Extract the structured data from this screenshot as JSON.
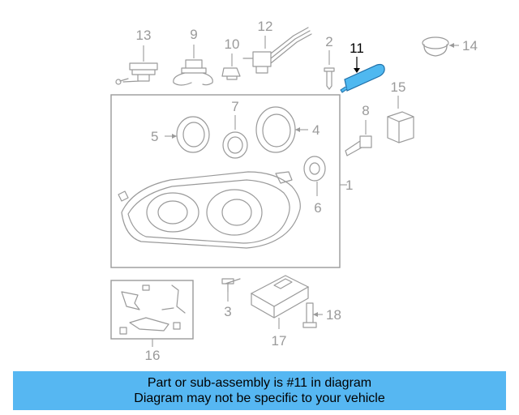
{
  "diagram": {
    "highlight_color": "#4fb8f0",
    "highlighted_part": "11",
    "callouts": {
      "c1": "1",
      "c2": "2",
      "c3": "3",
      "c4": "4",
      "c5": "5",
      "c6": "6",
      "c7": "7",
      "c8": "8",
      "c9": "9",
      "c10": "10",
      "c11": "11",
      "c12": "12",
      "c13": "13",
      "c14": "14",
      "c15": "15",
      "c16": "16",
      "c17": "17",
      "c18": "18"
    }
  },
  "banner": {
    "background": "#56b7f2",
    "line1": "Part or sub-assembly is #11 in diagram",
    "line2": "Diagram may not be specific to your vehicle"
  }
}
